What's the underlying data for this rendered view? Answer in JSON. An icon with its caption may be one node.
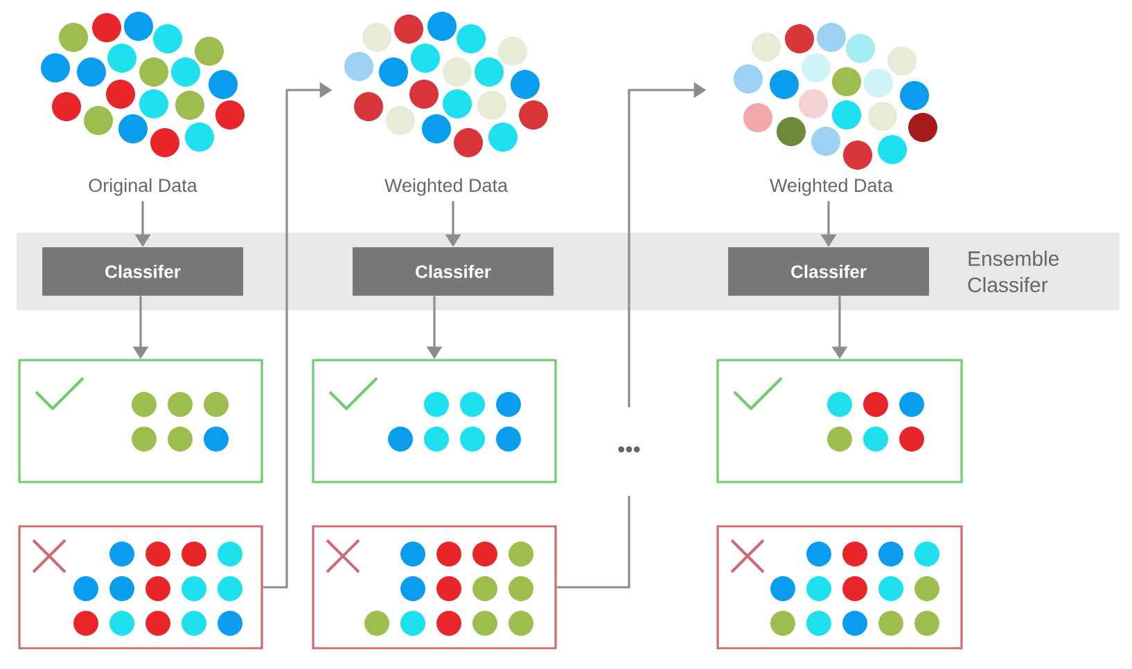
{
  "diagram": {
    "nodes": [
      {
        "text": [
          "Ensemble Classifer"
        ]
      },
      {
        "text": [],
        "shape": "picture",
        "beside": [
          "Original Data"
        ]
      },
      {
        "text": [],
        "shape": "picture",
        "beside": [
          "Weighted Data"
        ]
      },
      {
        "text": [],
        "shape": "picture",
        "beside": [
          "Weighted Data"
        ]
      },
      {
        "text": [
          "Classifer"
        ],
        "in": 0
      },
      {
        "text": [
          "Classifer"
        ],
        "in": 0
      },
      {
        "text": [
          "Classifer"
        ],
        "in": 0
      },
      {
        "text": [],
        "shape": "box"
      },
      {
        "text": [],
        "shape": "box"
      },
      {
        "text": [],
        "shape": "box"
      },
      {
        "text": [],
        "shape": "box"
      },
      {
        "text": [],
        "shape": "box"
      },
      {
        "text": [],
        "shape": "box"
      }
    ],
    "edges": [
      {
        "from": 1,
        "to": 4,
        "arrow": "to"
      },
      {
        "from": 4,
        "to": 7,
        "arrow": "to"
      },
      {
        "from": 2,
        "to": 5,
        "arrow": "to"
      },
      {
        "from": 5,
        "to": 9,
        "arrow": "to"
      },
      {
        "from": 3,
        "to": 6,
        "arrow": "to"
      },
      {
        "from": 6,
        "to": 11,
        "arrow": "to"
      },
      {
        "from": 8,
        "to": 2,
        "arrow": "to"
      },
      {
        "from": 10,
        "to": 3,
        "arrow": "to",
        "label": "•••"
      }
    ]
  }
}
